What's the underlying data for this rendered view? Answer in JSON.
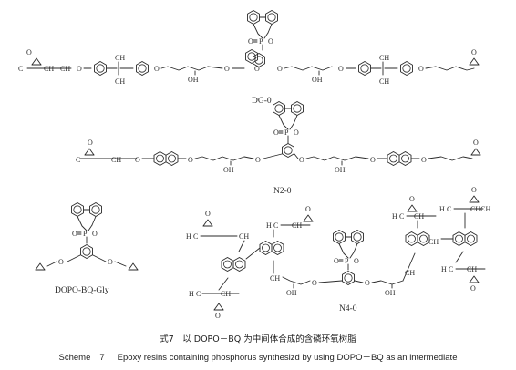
{
  "structures": {
    "dg0": {
      "label": "DG-0"
    },
    "n20": {
      "label": "N2-0"
    },
    "dopo_bq_gly": {
      "label": "DOPO-BQ-Gly"
    },
    "n40": {
      "label": "N4-0"
    }
  },
  "atoms": {
    "p": "P",
    "o": "O",
    "oh": "OH",
    "ch": "CH",
    "ch2": "CH",
    "ch3": "CH",
    "h2c": "H",
    "c": "C"
  },
  "caption": {
    "cn": "式7　以 DOPO－BQ 为中间体合成的含磷环氧树脂",
    "en_prefix": "Scheme",
    "en_number": "7",
    "en_text": "Epoxy resins containing phosphorus synthesizd by using DOPO－BQ as an intermediate"
  }
}
